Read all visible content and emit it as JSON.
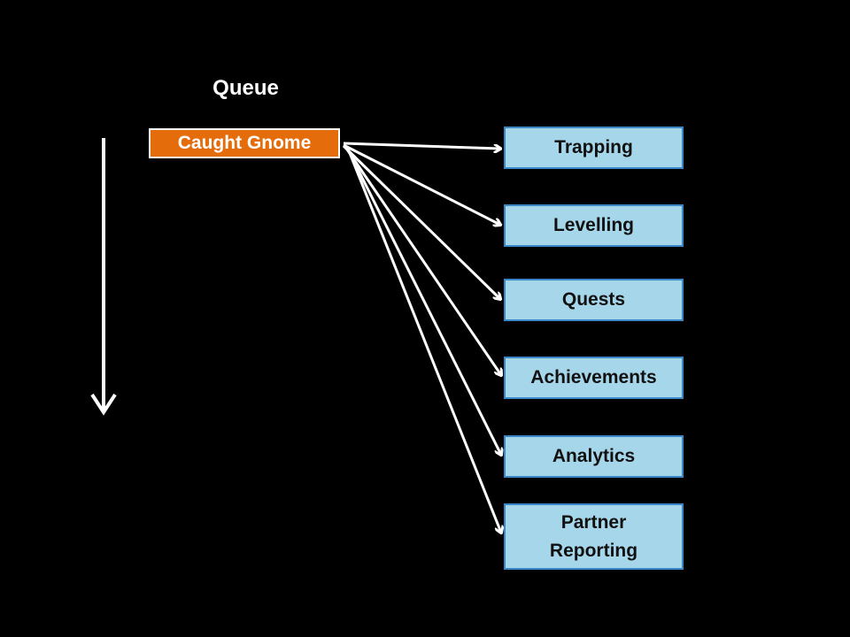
{
  "diagram": {
    "title": "Queue",
    "source_label": "Caught Gnome",
    "targets": [
      "Trapping",
      "Levelling",
      "Quests",
      "Achievements",
      "Analytics",
      "Partner\nReporting"
    ]
  },
  "colors": {
    "background": "#000000",
    "source_fill": "#e46c0a",
    "target_fill": "#a6d6ea",
    "target_border": "#3a87c8",
    "arrow": "#ffffff"
  }
}
